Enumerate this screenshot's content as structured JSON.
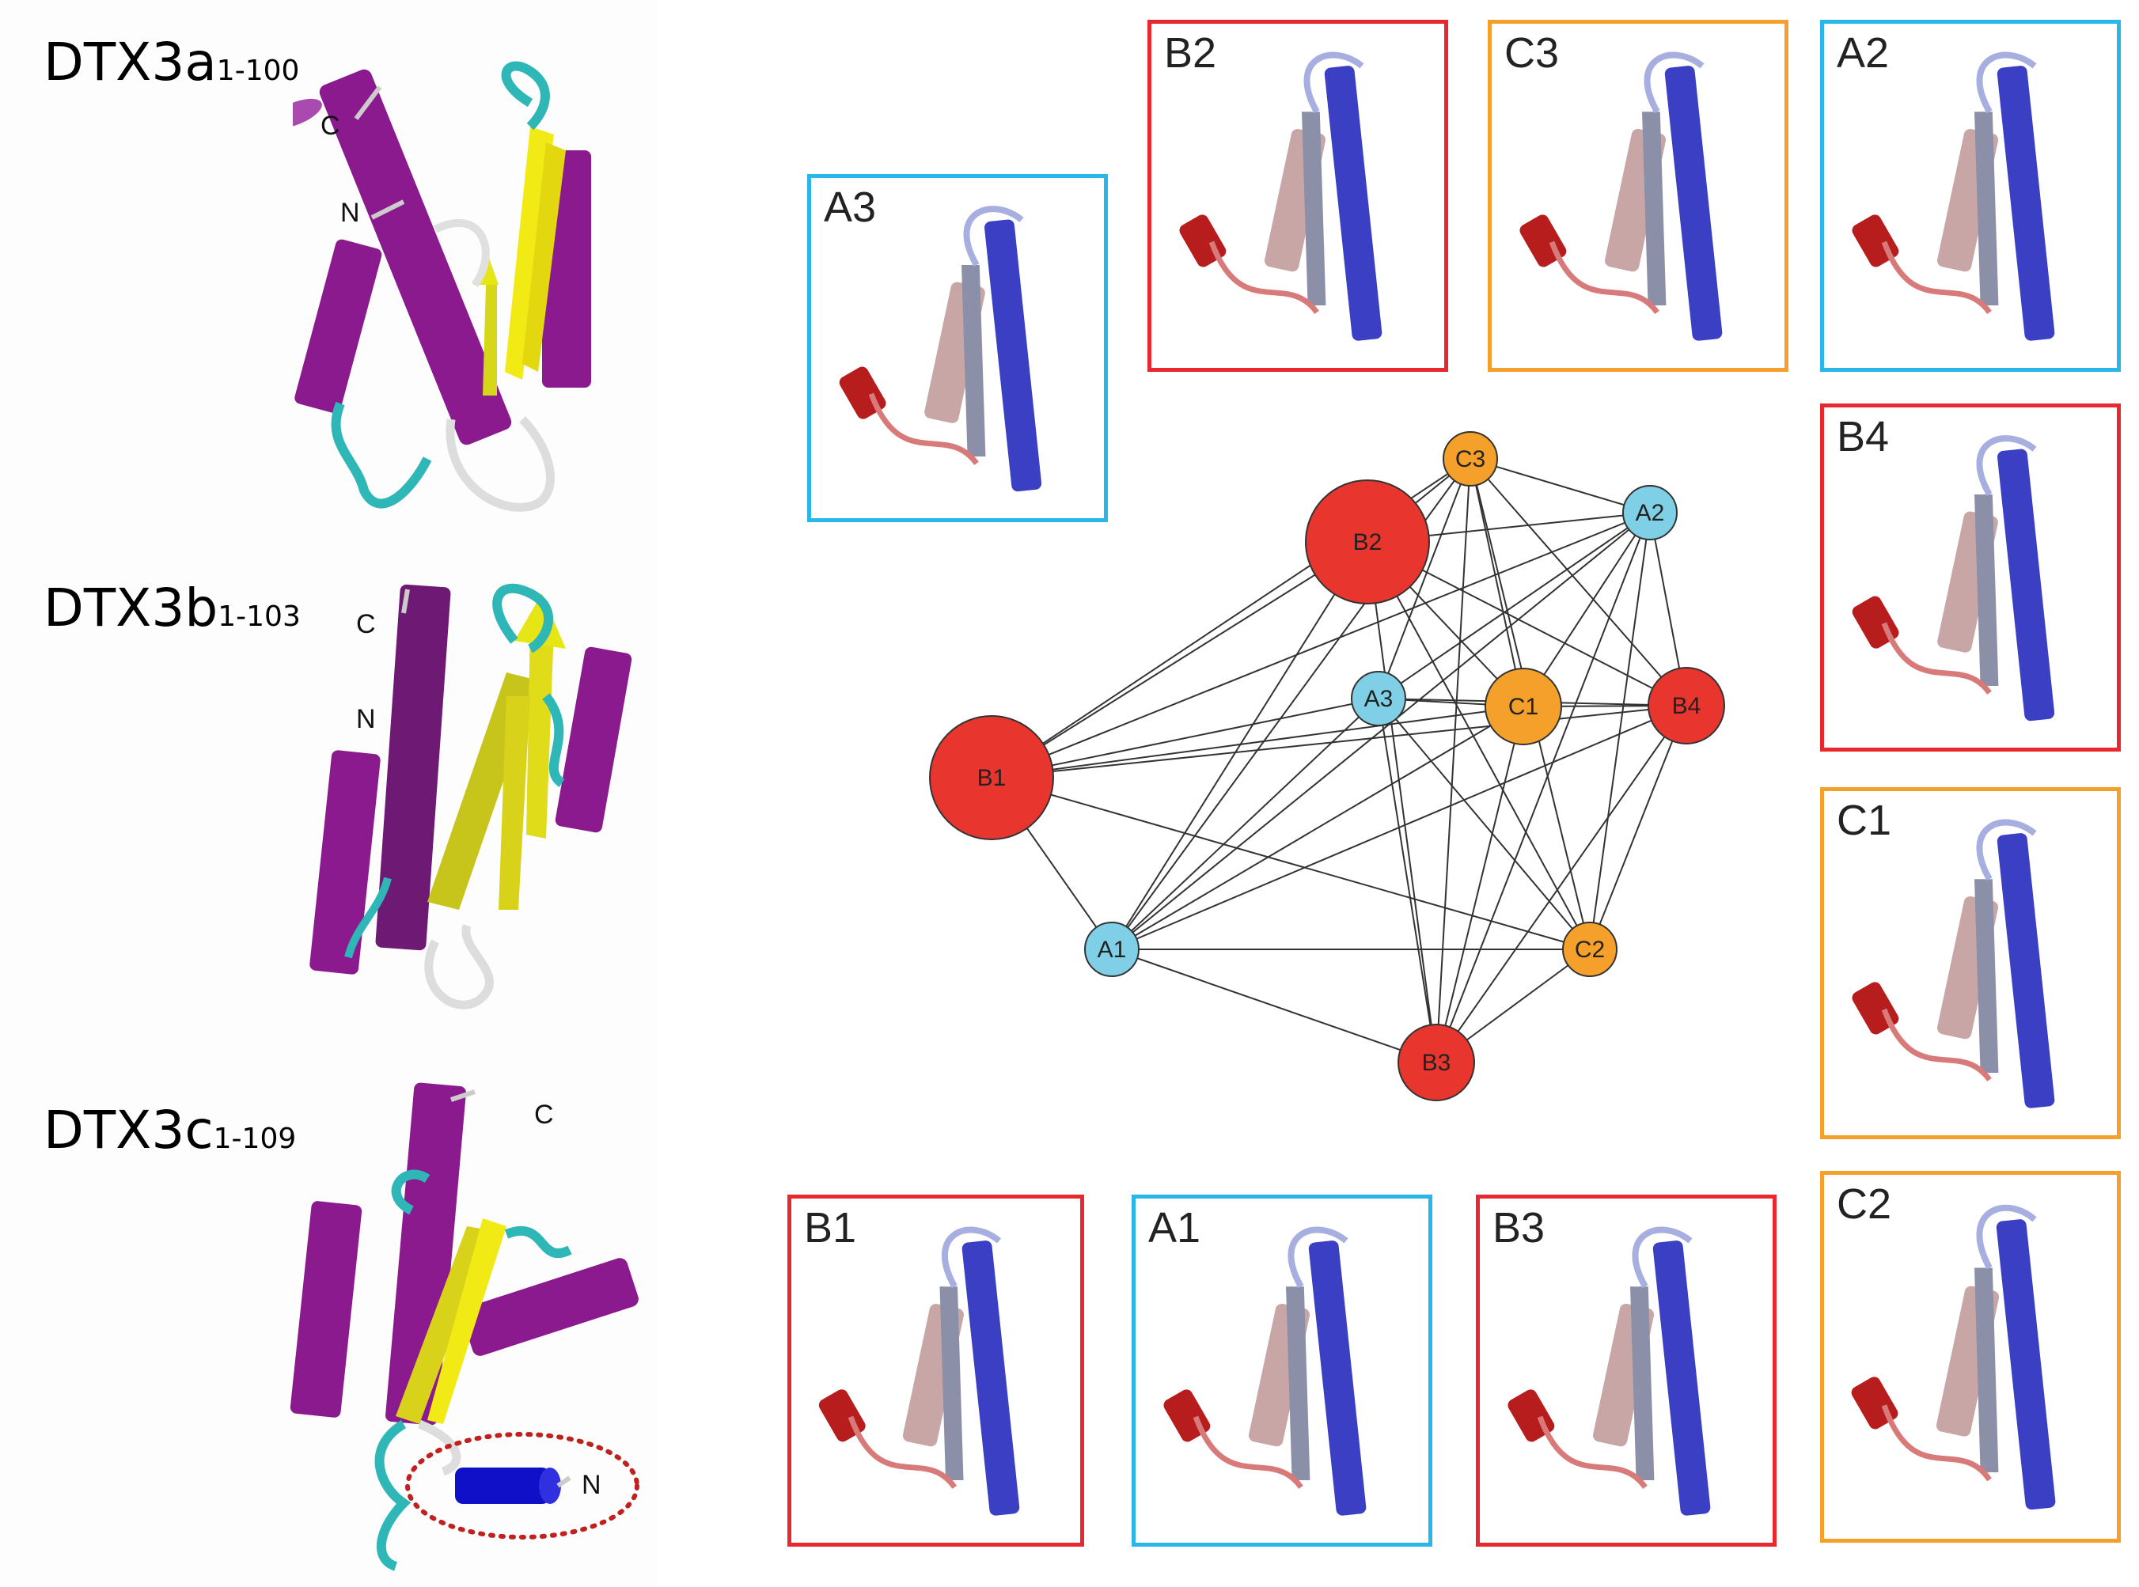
{
  "variants": [
    {
      "name": "DTX3a",
      "range": "1-100",
      "n_label": "N",
      "c_label": "C"
    },
    {
      "name": "DTX3b",
      "range": "1-103",
      "n_label": "N",
      "c_label": "C"
    },
    {
      "name": "DTX3c",
      "range": "1-109",
      "n_label": "N",
      "c_label": "C"
    }
  ],
  "models": {
    "A3": "A3",
    "B2": "B2",
    "C3": "C3",
    "A2": "A2",
    "B4": "B4",
    "C1": "C1",
    "B1": "B1",
    "A1": "A1",
    "B3": "B3",
    "C2": "C2"
  },
  "colors": {
    "group_A": "#29b6e8",
    "group_B": "#e8272e",
    "group_C": "#f5a02a",
    "node_A": "#7fcfe6",
    "node_B": "#e8352e",
    "node_C": "#f5a02a",
    "helix": "#8b1a8e",
    "strand": "#f2ea14",
    "turn": "#2fb6b6",
    "highlight_circle": "#c0201e"
  },
  "network": {
    "nodes": [
      {
        "id": "C3",
        "label": "C3",
        "group": "C",
        "size": "small"
      },
      {
        "id": "A2",
        "label": "A2",
        "group": "A",
        "size": "small"
      },
      {
        "id": "B2",
        "label": "B2",
        "group": "B",
        "size": "large"
      },
      {
        "id": "A3",
        "label": "A3",
        "group": "A",
        "size": "small"
      },
      {
        "id": "C1",
        "label": "C1",
        "group": "C",
        "size": "medium"
      },
      {
        "id": "B4",
        "label": "B4",
        "group": "B",
        "size": "medium"
      },
      {
        "id": "B1",
        "label": "B1",
        "group": "B",
        "size": "large"
      },
      {
        "id": "A1",
        "label": "A1",
        "group": "A",
        "size": "small"
      },
      {
        "id": "C2",
        "label": "C2",
        "group": "C",
        "size": "small"
      },
      {
        "id": "B3",
        "label": "B3",
        "group": "B",
        "size": "medium"
      }
    ],
    "edges": [
      [
        "B1",
        "B2"
      ],
      [
        "B1",
        "C3"
      ],
      [
        "B1",
        "A2"
      ],
      [
        "B1",
        "A3"
      ],
      [
        "B1",
        "C1"
      ],
      [
        "B1",
        "B4"
      ],
      [
        "B1",
        "A1"
      ],
      [
        "B1",
        "C2"
      ],
      [
        "A1",
        "C3"
      ],
      [
        "A1",
        "A2"
      ],
      [
        "A1",
        "A3"
      ],
      [
        "A1",
        "C1"
      ],
      [
        "A1",
        "B4"
      ],
      [
        "A1",
        "C2"
      ],
      [
        "A1",
        "B3"
      ],
      [
        "A1",
        "B2"
      ],
      [
        "B3",
        "C3"
      ],
      [
        "B3",
        "A2"
      ],
      [
        "B3",
        "B2"
      ],
      [
        "B3",
        "A3"
      ],
      [
        "B3",
        "C1"
      ],
      [
        "B3",
        "B4"
      ],
      [
        "B3",
        "C2"
      ],
      [
        "C2",
        "B2"
      ],
      [
        "C2",
        "C3"
      ],
      [
        "C2",
        "A2"
      ],
      [
        "C2",
        "A3"
      ],
      [
        "C2",
        "B4"
      ],
      [
        "C3",
        "A2"
      ],
      [
        "C3",
        "B2"
      ],
      [
        "C3",
        "A3"
      ],
      [
        "C3",
        "C1"
      ],
      [
        "C3",
        "B4"
      ],
      [
        "A2",
        "B2"
      ],
      [
        "A2",
        "A3"
      ],
      [
        "A2",
        "C1"
      ],
      [
        "A2",
        "B4"
      ],
      [
        "B2",
        "C1"
      ],
      [
        "B2",
        "B4"
      ],
      [
        "A3",
        "C1"
      ],
      [
        "A3",
        "B4"
      ],
      [
        "C1",
        "B4"
      ]
    ]
  }
}
